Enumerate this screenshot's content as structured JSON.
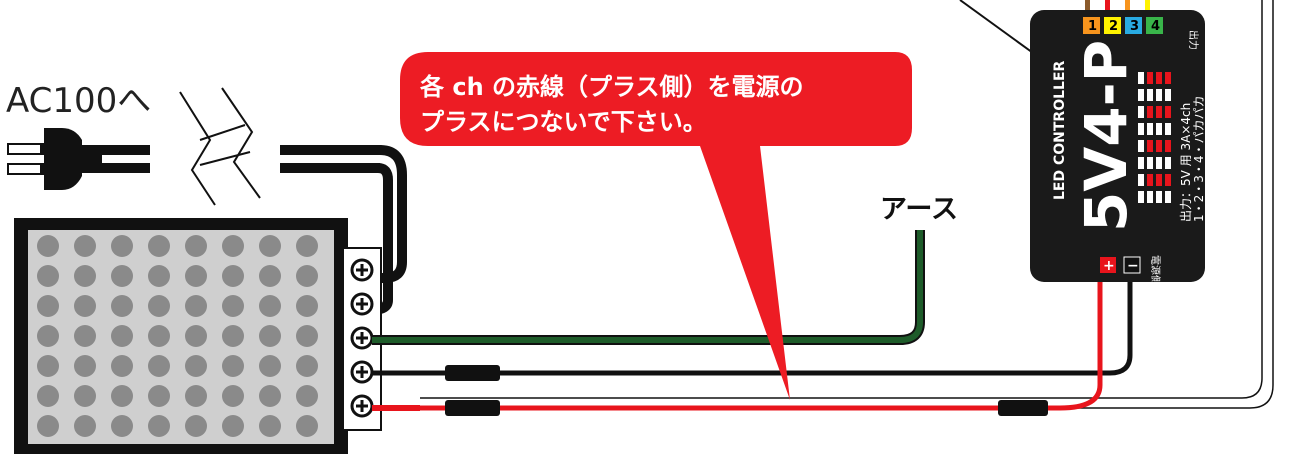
{
  "labels": {
    "ac": "AC100へ",
    "earth": "アース",
    "callout_line1": "各 ch の赤線（プラス側）を電源の",
    "callout_line2": "プラスにつないで下さい。"
  },
  "controller": {
    "brand": "5V4-P",
    "subtitle": "LED CONTROLLER",
    "spec_line1": "出力：5V 用 3A×4ch",
    "spec_line2": "1・2・3・4・パカパカ",
    "output_label": "出力",
    "input_label": "電源側入力",
    "plus_label": "+",
    "minus_label": "−",
    "channels": [
      {
        "num": "1",
        "color": "#f7941d"
      },
      {
        "num": "2",
        "color": "#fff200"
      },
      {
        "num": "3",
        "color": "#29abe2"
      },
      {
        "num": "4",
        "color": "#39b54a"
      }
    ]
  },
  "colors": {
    "callout": "#ed1c24",
    "earth_wire": "#1e5c2a",
    "plus_wire": "#e8141c",
    "minus_wire": "#111111",
    "body": "#1a1a1a"
  },
  "icons": {
    "plug": "plug-icon",
    "terminal": "screw-terminal-icon",
    "break": "cable-break-icon"
  }
}
